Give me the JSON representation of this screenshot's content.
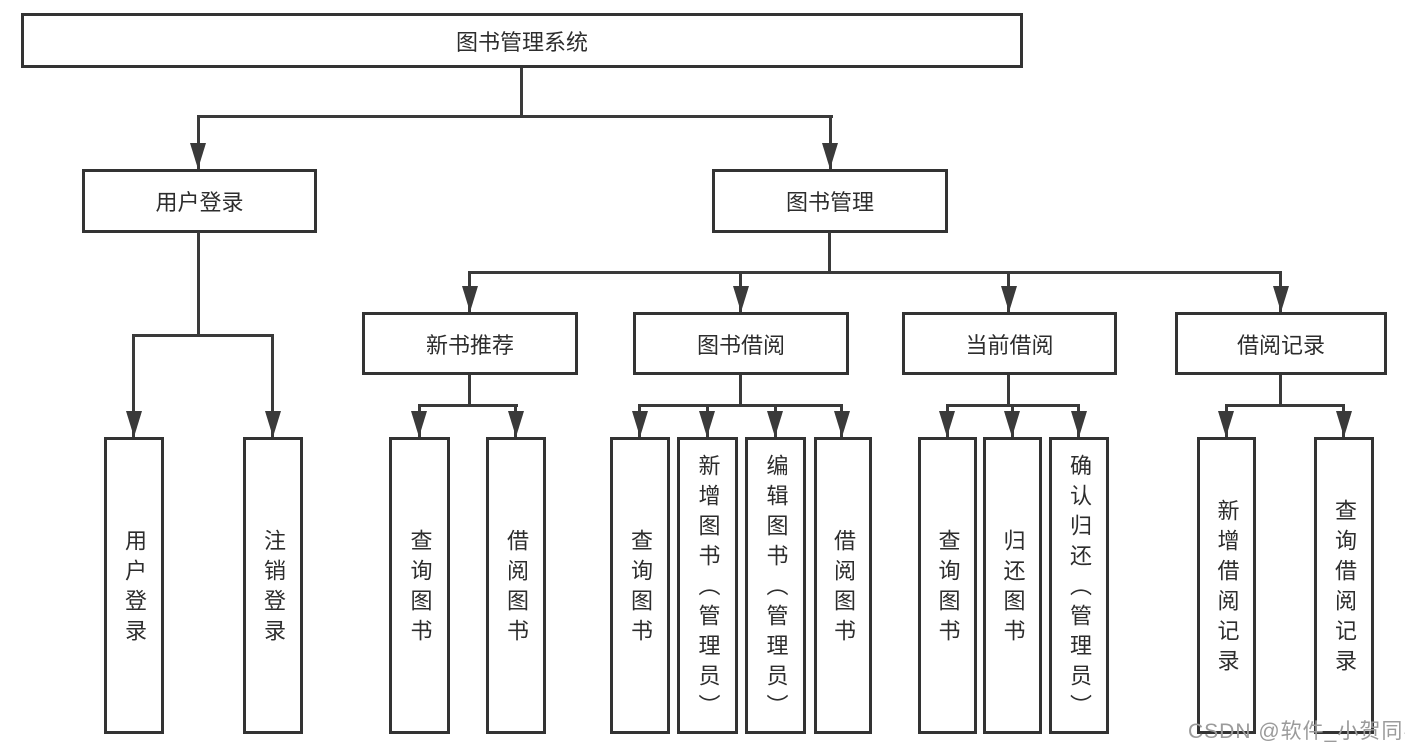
{
  "colors": {
    "line": "#3a3a3a",
    "border": "#333333",
    "text": "#2d2d2d",
    "background": "#ffffff",
    "watermark": "#9b9b9b"
  },
  "watermark": {
    "text": "CSDN @软件_小贺同学"
  },
  "nodes": {
    "root": {
      "label": "图书管理系统"
    },
    "level2": [
      {
        "label": "用户登录"
      },
      {
        "label": "图书管理"
      }
    ],
    "level3": [
      {
        "label": "新书推荐",
        "parent": "图书管理"
      },
      {
        "label": "图书借阅",
        "parent": "图书管理"
      },
      {
        "label": "当前借阅",
        "parent": "图书管理"
      },
      {
        "label": "借阅记录",
        "parent": "图书管理"
      }
    ],
    "leaves": [
      {
        "label": "用户登录",
        "parent": "用户登录"
      },
      {
        "label": "注销登录",
        "parent": "用户登录"
      },
      {
        "label": "查询图书",
        "parent": "新书推荐"
      },
      {
        "label": "借阅图书",
        "parent": "新书推荐"
      },
      {
        "label": "查询图书",
        "parent": "图书借阅"
      },
      {
        "label": "新增图书（管理员）",
        "parent": "图书借阅"
      },
      {
        "label": "编辑图书（管理员）",
        "parent": "图书借阅"
      },
      {
        "label": "借阅图书",
        "parent": "图书借阅"
      },
      {
        "label": "查询图书",
        "parent": "当前借阅"
      },
      {
        "label": "归还图书",
        "parent": "当前借阅"
      },
      {
        "label": "确认归还（管理员）",
        "parent": "当前借阅"
      },
      {
        "label": "新增借阅记录",
        "parent": "借阅记录"
      },
      {
        "label": "查询借阅记录",
        "parent": "借阅记录"
      }
    ]
  }
}
